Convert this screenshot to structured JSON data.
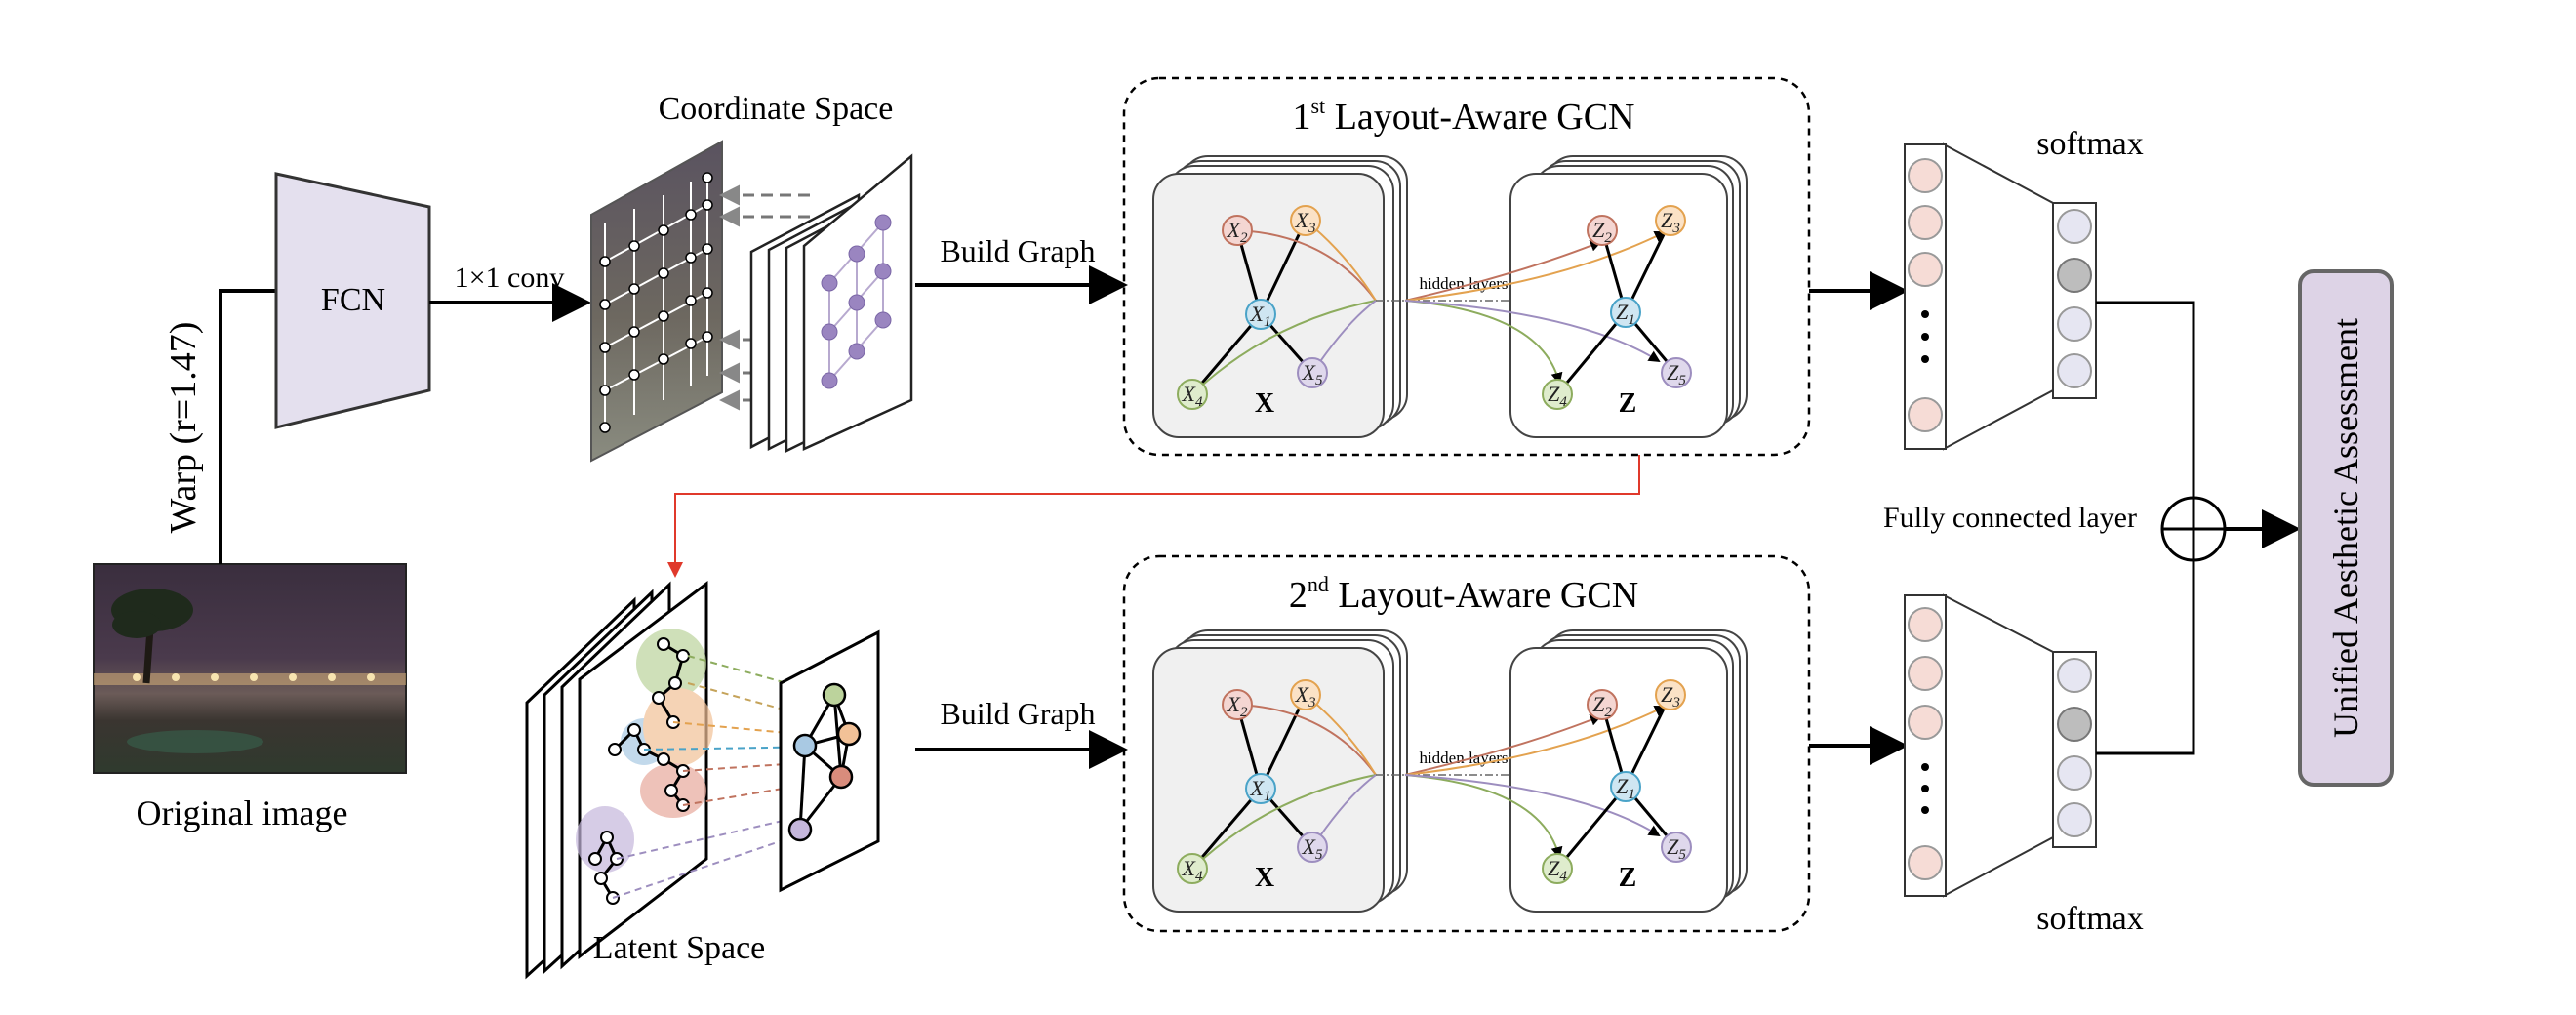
{
  "labels": {
    "original_image": "Original image",
    "warp": "Warp (r=1.47)",
    "fcn": "FCN",
    "conv": "1×1 conv",
    "coordinate_space": "Coordinate Space",
    "latent_space": "Latent Space",
    "build_graph_top": "Build Graph",
    "build_graph_bottom": "Build Graph",
    "gcn1_prefix": "1",
    "gcn1_sup": "st",
    "gcn1_rest": " Layout-Aware GCN",
    "gcn2_prefix": "2",
    "gcn2_sup": "nd",
    "gcn2_rest": " Layout-Aware GCN",
    "hidden_layers": "hidden layers",
    "x_bold": "X",
    "z_bold": "Z",
    "softmax_top": "softmax",
    "softmax_bottom": "softmax",
    "fully_connected": "Fully connected layer",
    "unified": "Unified Aesthetic Assessment",
    "dots": "⋮"
  },
  "nodes": {
    "x": [
      "X1",
      "X2",
      "X3",
      "X4",
      "X5"
    ],
    "z": [
      "Z1",
      "Z2",
      "Z3",
      "Z4",
      "Z5"
    ]
  },
  "colors": {
    "arrow": "#000000",
    "red_connector": "#e0392b",
    "gcn_panel": "#f0f0f0",
    "fc_neuron": "#f6dcd6",
    "softmax_neuron": "#e6e6f2",
    "softmax_selected": "#bdbdbd",
    "unified_box": "#ddd3e6",
    "fcn_box": "#e4e0ee",
    "node_x1": "#cfe6f2",
    "node_x2": "#f4d6d2",
    "node_x3": "#fbe2c6",
    "node_x4": "#dfeccd",
    "node_x5": "#dfd8ec"
  },
  "icons": [
    "sum-icon"
  ]
}
